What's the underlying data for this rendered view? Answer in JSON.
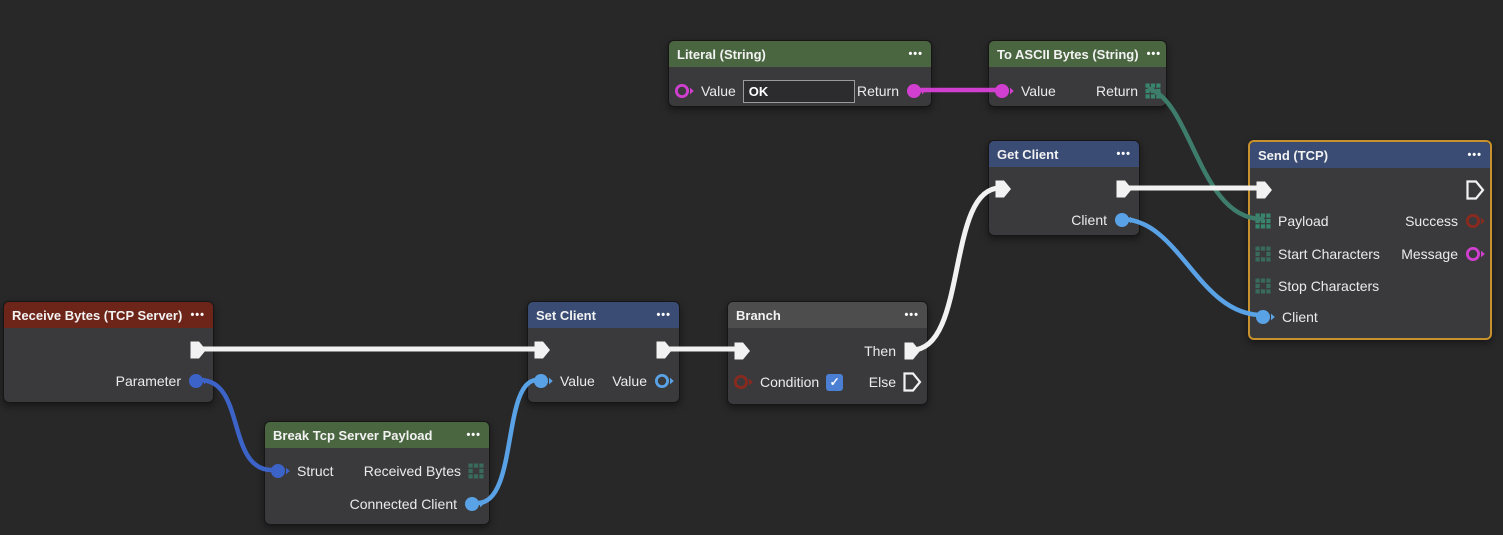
{
  "ui": {
    "menu_icon": "•••",
    "check_glyph": "✓"
  },
  "colors": {
    "background": "#282828",
    "node_body": "#3a3a3c",
    "header_green": "#4a6640",
    "header_blue": "#3a4c74",
    "header_red": "#6d2419",
    "header_gray": "#4d4d4d",
    "selection_border": "#c7922e",
    "exec": "#f2f2f2",
    "data_blue_dark": "#3c63c8",
    "data_blue_light": "#5aa2e6",
    "magenta": "#d13fd0",
    "teal": "#38866c",
    "teal_wire": "#3e7d6b",
    "dark_red": "#8a2a1e",
    "checkbox_blue": "#4a7fd4"
  },
  "nodes": {
    "literal": {
      "title": "Literal (String)",
      "value_label": "Value",
      "value": "OK",
      "return_label": "Return"
    },
    "to_ascii": {
      "title": "To ASCII Bytes (String)",
      "value_label": "Value",
      "return_label": "Return"
    },
    "get_client": {
      "title": "Get Client",
      "client_label": "Client"
    },
    "send_tcp": {
      "title": "Send (TCP)",
      "payload_label": "Payload",
      "start_label": "Start Characters",
      "stop_label": "Stop Characters",
      "client_label": "Client",
      "success_label": "Success",
      "message_label": "Message",
      "selected": true
    },
    "receive_bytes": {
      "title": "Receive Bytes (TCP Server)",
      "parameter_label": "Parameter"
    },
    "set_client": {
      "title": "Set Client",
      "value_in_label": "Value",
      "value_out_label": "Value"
    },
    "branch": {
      "title": "Branch",
      "condition_label": "Condition",
      "then_label": "Then",
      "else_label": "Else",
      "condition_value": true
    },
    "break_payload": {
      "title": "Break Tcp Server Payload",
      "struct_label": "Struct",
      "received_bytes_label": "Received Bytes",
      "connected_client_label": "Connected Client"
    }
  },
  "wires": [
    {
      "from": "receive-bytes.exec-out",
      "to": "set-client.exec-in",
      "color": "#f2f2f2"
    },
    {
      "from": "set-client.exec-out",
      "to": "branch.exec-in",
      "color": "#f2f2f2"
    },
    {
      "from": "branch.then",
      "to": "get-client.exec-in",
      "color": "#f2f2f2"
    },
    {
      "from": "get-client.exec-out",
      "to": "send-tcp.exec-in",
      "color": "#f2f2f2"
    },
    {
      "from": "literal.return",
      "to": "to-ascii.value",
      "color": "#d13fd0"
    },
    {
      "from": "to-ascii.return",
      "to": "send-tcp.payload",
      "color": "#3e7d6b"
    },
    {
      "from": "receive-bytes.parameter",
      "to": "break-payload.struct",
      "color": "#3c63c8"
    },
    {
      "from": "break-payload.connected-client",
      "to": "set-client.value",
      "color": "#5aa2e6"
    },
    {
      "from": "get-client.client",
      "to": "send-tcp.client",
      "color": "#5aa2e6"
    }
  ]
}
